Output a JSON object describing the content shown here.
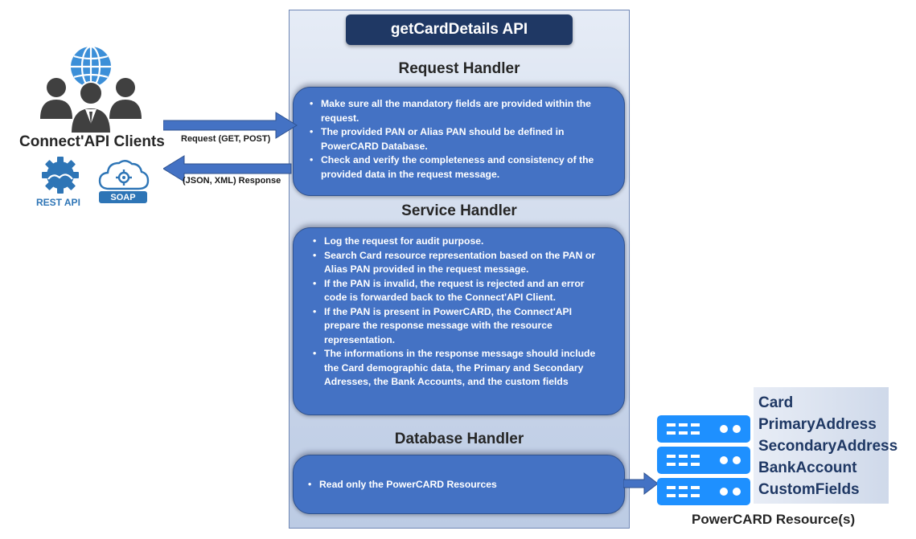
{
  "api": {
    "title": "getCardDetails API"
  },
  "request_handler": {
    "title": "Request Handler",
    "items": [
      "Make sure all the mandatory fields are provided within the request.",
      "The provided PAN or Alias PAN should be defined in PowerCARD Database.",
      "Check and verify the completeness and consistency of the provided data in the request message."
    ]
  },
  "service_handler": {
    "title": "Service Handler",
    "items": [
      "Log the request for audit purpose.",
      "Search Card resource representation based on the PAN or Alias PAN provided in the request message.",
      "If the PAN is invalid, the request is rejected and an error code is forwarded back to the Connect'API Client.",
      "If the PAN is present in PowerCARD, the Connect'API prepare the response message with the resource representation.",
      "The informations in the response message should include the Card demographic data, the Primary and Secondary Adresses, the Bank Accounts, and the custom fields"
    ]
  },
  "database_handler": {
    "title": "Database Handler",
    "items": [
      "Read only the PowerCARD Resources"
    ]
  },
  "clients": {
    "label": "Connect'API Clients",
    "rest_label": "REST API",
    "soap_label": "SOAP",
    "request_arrow": "Request (GET, POST)",
    "response_arrow": "(JSON, XML) Response"
  },
  "resources": {
    "items": [
      "Card",
      "PrimaryAddress",
      "SecondaryAddress",
      "BankAccount",
      "CustomFields"
    ],
    "caption": "PowerCARD Resource(s)"
  },
  "colors": {
    "box_fill": "#4472c4",
    "title_fill": "#1f3864",
    "arrow": "#4472c4",
    "server": "#1e90ff",
    "person": "#404040",
    "globe": "#3c8fd8"
  }
}
